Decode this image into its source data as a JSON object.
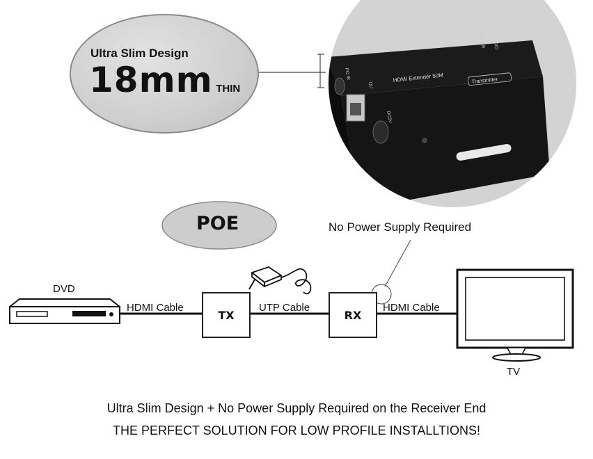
{
  "slim_bubble": {
    "title": "Ultra Slim Design",
    "size": "18mm",
    "suffix": "THIN"
  },
  "device_photo": {
    "product_label": "HDMI Extender 50M",
    "badge": "Transmitter",
    "ports": [
      "PO WER",
      "OID",
      "PO IR",
      "DC5V",
      "OU"
    ]
  },
  "poe_badge": "POE",
  "no_power_note": "No Power Supply Required",
  "devices": {
    "dvd": "DVD",
    "tx": "TX",
    "rx": "RX",
    "tv": "TV"
  },
  "cables": {
    "dvd_tx": "HDMI Cable",
    "tx_rx": "UTP Cable",
    "rx_tv": "HDMI Cable"
  },
  "captions": {
    "line1": "Ultra Slim Design + No Power Supply Required on the Receiver End",
    "line2": "THE PERFECT SOLUTION FOR LOW PROFILE INSTALLTIONS!"
  }
}
